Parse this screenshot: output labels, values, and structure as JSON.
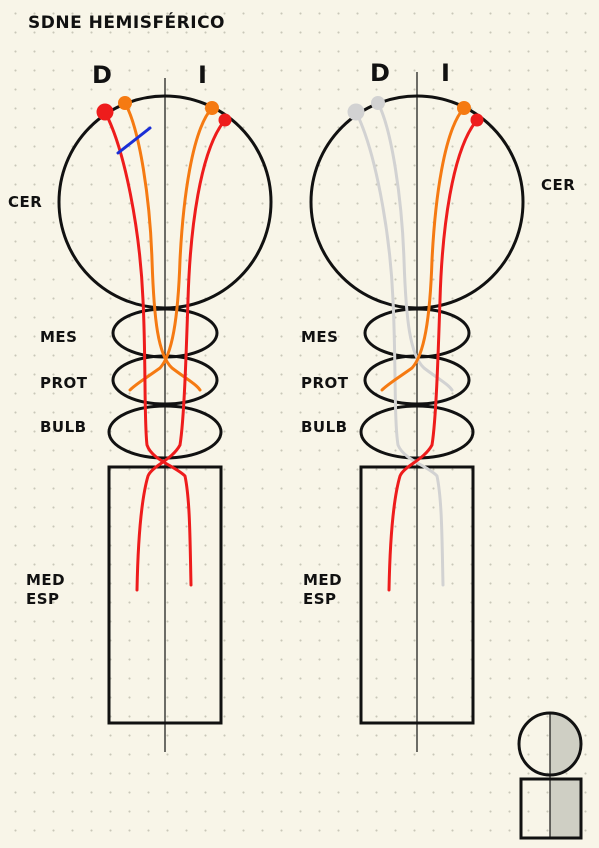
{
  "title": "SDNE HEMISFÉRICO",
  "left_panel": {
    "side_right": "D",
    "side_left": "I",
    "cerebellum": "CER",
    "levels": [
      "MES",
      "PROT",
      "BULB"
    ],
    "spinal_cord": [
      "MED",
      "ESP"
    ]
  },
  "right_panel": {
    "side_right": "D",
    "side_left": "I",
    "cerebellum": "CER",
    "levels": [
      "MES",
      "PROT",
      "BULB"
    ],
    "spinal_cord": [
      "MED",
      "ESP"
    ]
  },
  "colors": {
    "outline": "#111111",
    "corticospinal": "#ee1c1c",
    "corticobulbar": "#f57a12",
    "affected": "#d2d2d2",
    "lesion": "#1b2fd6",
    "shade": "#cfcfc4",
    "background": "#f8f5e8"
  },
  "icons": [
    "lesion-mark-icon",
    "hemisphere-legend-icon"
  ]
}
